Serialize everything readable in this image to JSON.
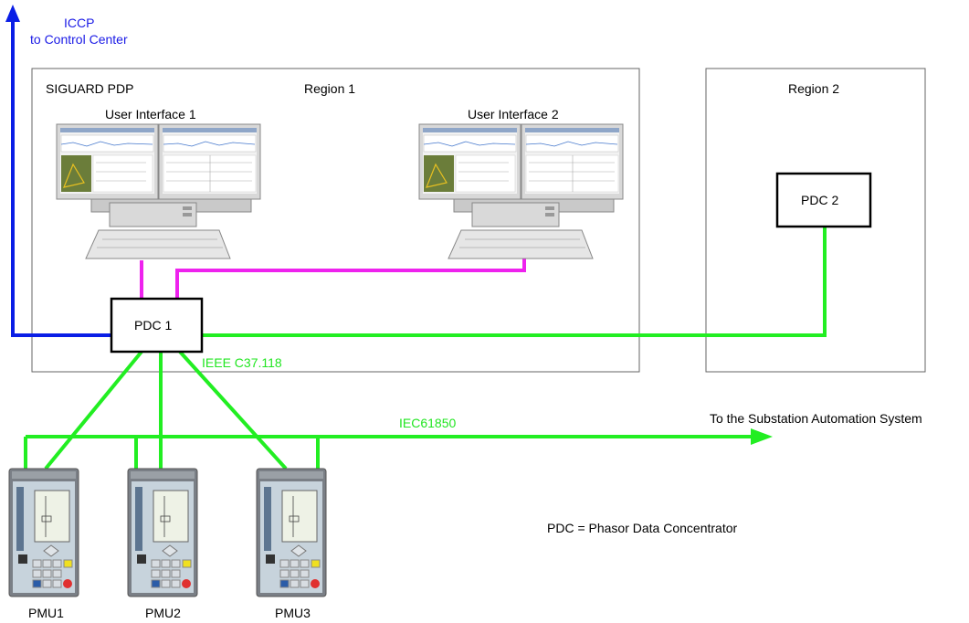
{
  "diagram": {
    "icc_label_line1": "ICCP",
    "icc_label_line2": "to Control Center",
    "region1_system": "SIGUARD PDP",
    "region1_label": "Region 1",
    "region2_label": "Region 2",
    "ui1_label": "User Interface 1",
    "ui2_label": "User Interface 2",
    "pdc1_label": "PDC 1",
    "pdc2_label": "PDC 2",
    "ieee_label": "IEEE C37.118",
    "iec_label": "IEC61850",
    "substation_label": "To the Substation Automation System",
    "legend_text": "PDC = Phasor Data Concentrator",
    "pmu_labels": [
      "PMU1",
      "PMU2",
      "PMU3"
    ]
  },
  "colors": {
    "iccp_link": "#0a1ee6",
    "ui_link": "#ee22ee",
    "pmu_link": "#22ee22",
    "box_border": "#555555"
  }
}
